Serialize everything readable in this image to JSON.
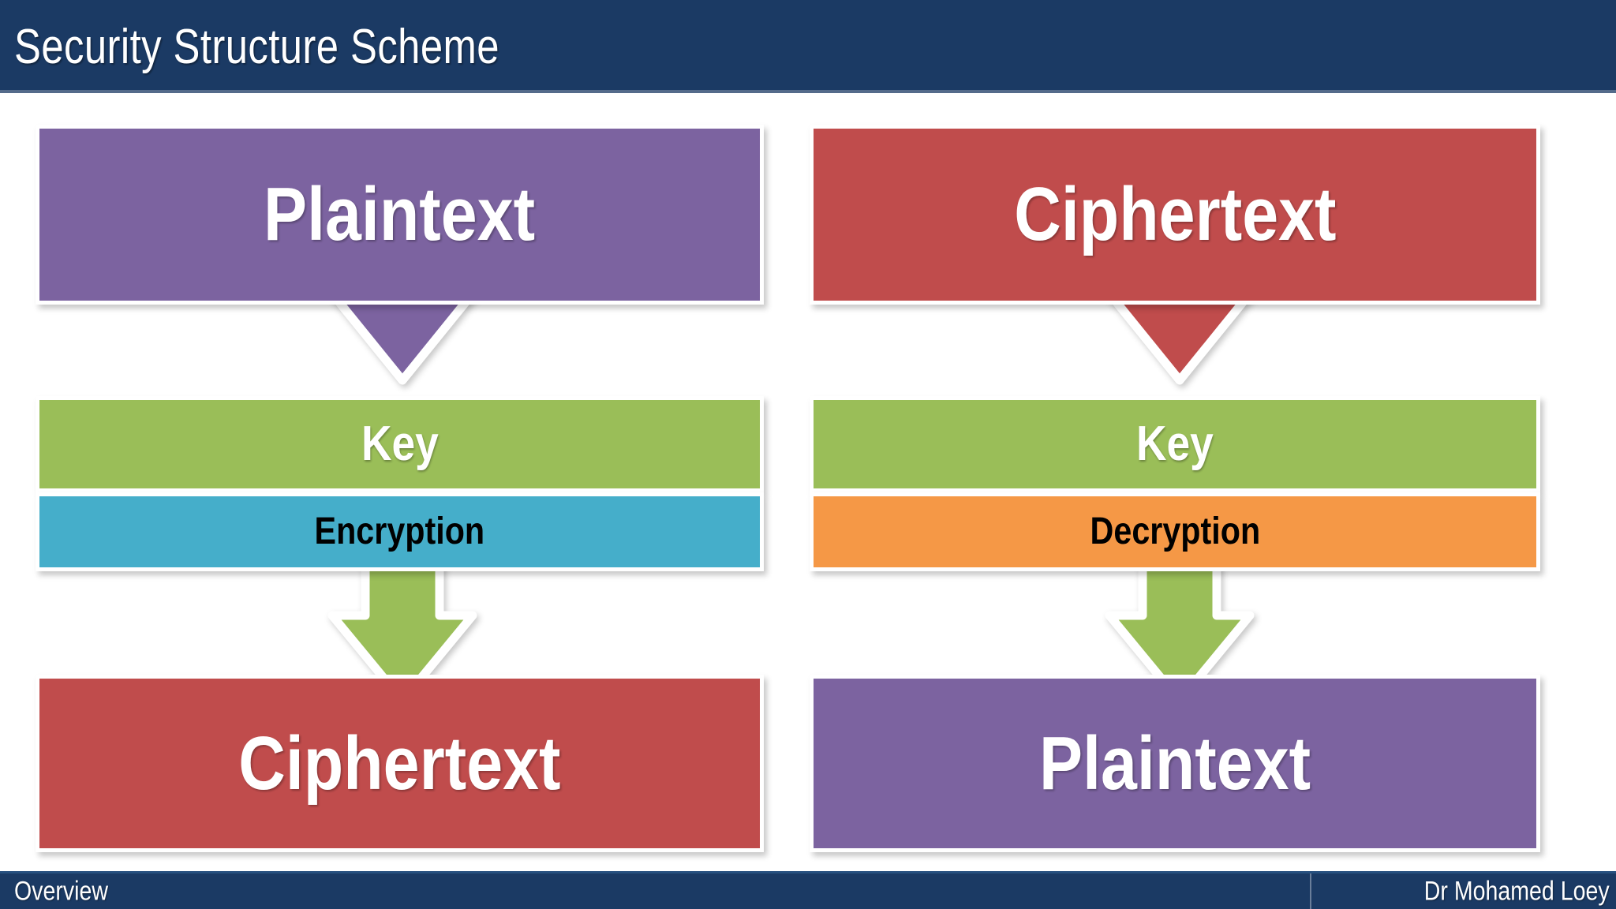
{
  "header": {
    "title": "Security Structure Scheme"
  },
  "footer": {
    "section_label": "Overview",
    "author_label": "Dr Mohamed Loey"
  },
  "colors": {
    "navy": "#1b3a64",
    "purple": "#7c63a0",
    "red": "#c04c4c",
    "green": "#9abe58",
    "blue": "#45aeca",
    "orange": "#f59846",
    "white": "#ffffff",
    "black": "#000000"
  },
  "diagram": {
    "type": "flowchart",
    "columns": [
      {
        "name": "encryption-flow",
        "steps": [
          {
            "label": "Plaintext",
            "role": "input",
            "color": "#7c63a0",
            "text_color": "#ffffff"
          },
          {
            "label": "Key",
            "role": "key",
            "color": "#9abe58",
            "text_color": "#ffffff"
          },
          {
            "label": "Encryption",
            "role": "operation",
            "color": "#45aeca",
            "text_color": "#000000"
          },
          {
            "label": "Ciphertext",
            "role": "output",
            "color": "#c04c4c",
            "text_color": "#ffffff"
          }
        ],
        "arrows": [
          {
            "from": "Plaintext",
            "to": "Key",
            "color": "#7c63a0"
          },
          {
            "from": "Encryption",
            "to": "Ciphertext",
            "color": "#9abe58"
          }
        ]
      },
      {
        "name": "decryption-flow",
        "steps": [
          {
            "label": "Ciphertext",
            "role": "input",
            "color": "#c04c4c",
            "text_color": "#ffffff"
          },
          {
            "label": "Key",
            "role": "key",
            "color": "#9abe58",
            "text_color": "#ffffff"
          },
          {
            "label": "Decryption",
            "role": "operation",
            "color": "#f59846",
            "text_color": "#000000"
          },
          {
            "label": "Plaintext",
            "role": "output",
            "color": "#7c63a0",
            "text_color": "#ffffff"
          }
        ],
        "arrows": [
          {
            "from": "Ciphertext",
            "to": "Key",
            "color": "#c04c4c"
          },
          {
            "from": "Decryption",
            "to": "Plaintext",
            "color": "#9abe58"
          }
        ]
      }
    ]
  }
}
